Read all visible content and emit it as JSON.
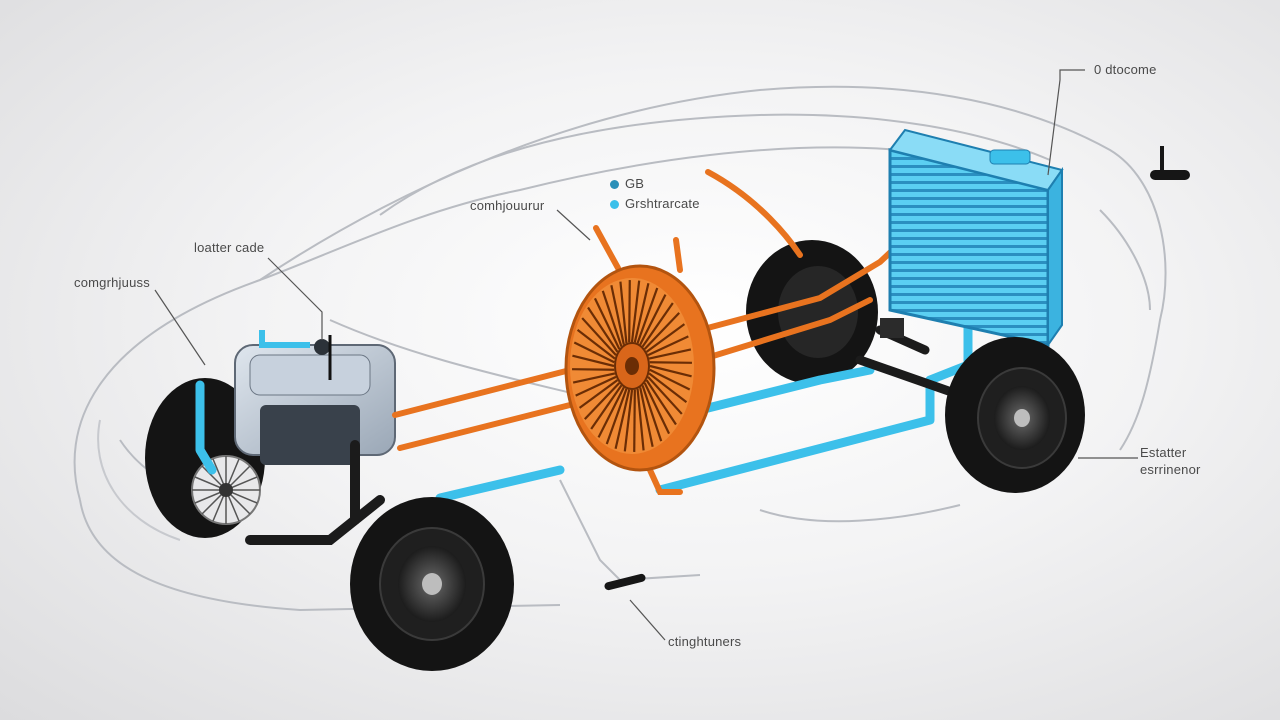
{
  "labels": {
    "top_right": "0 dtocome",
    "center_top": "comhjouurur",
    "left_upper": "loatter cade",
    "left_mid": "comgrhjuuss",
    "right_lower_1": "Estatter",
    "right_lower_2": "esrrinenor",
    "bottom": "ctinghtuners"
  },
  "legend": [
    {
      "text": "GB",
      "color": "#2a8fb8"
    },
    {
      "text": "Grshtrarcate",
      "color": "#3cc0ea"
    }
  ],
  "colors": {
    "coolant_blue": "#3cc0ea",
    "hot_orange": "#e8731f",
    "body_outline": "#b9bcc2",
    "tire": "#161616"
  }
}
